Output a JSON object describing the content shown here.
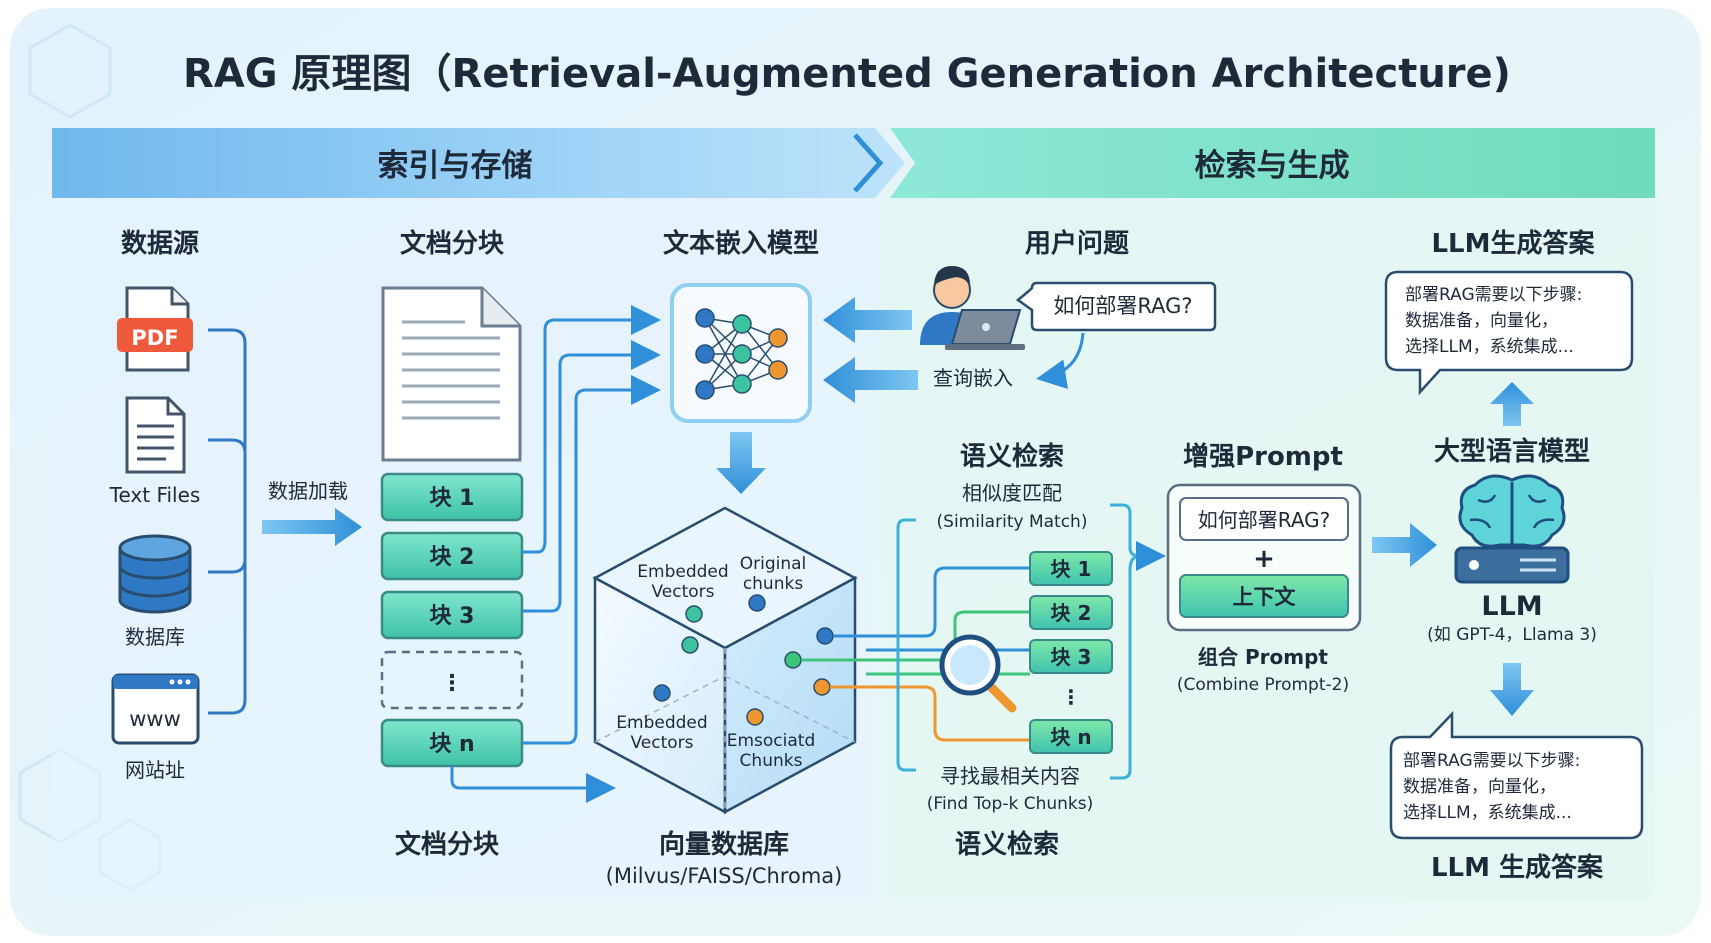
{
  "title": "RAG 原理图（Retrieval-Augmented Generation Architecture)",
  "band_left": "索引与存储",
  "band_right": "检索与生成",
  "sources": {
    "heading": "数据源",
    "pdf": "PDF",
    "text_files": "Text Files",
    "database": "数据库",
    "www": "www",
    "website": "网站址",
    "load": "数据加载"
  },
  "chunking": {
    "heading": "文档分块",
    "chunks": [
      "块 1",
      "块 2",
      "块 3",
      "⋮",
      "块 n"
    ],
    "footer": "文档分块"
  },
  "embedding": {
    "heading": "文本嵌入模型"
  },
  "vector_db": {
    "embedded_vectors_top": "Embedded\nVectors",
    "original_chunks": "Original\nchunks",
    "embedded_vectors_bottom": "Embedded\nVectors",
    "associated_chunks": "Emsociatd\nChunks",
    "name": "向量数据库",
    "subtitle": "(Milvus/FAISS/Chroma)"
  },
  "user": {
    "heading": "用户问题",
    "question": "如何部署RAG?",
    "query_embed": "查询嵌入"
  },
  "search": {
    "heading": "语义检索",
    "similarity": "相似度匹配",
    "similarity_en": "(Similarity Match)",
    "chunks": [
      "块 1",
      "块 2",
      "块 3",
      "⋮",
      "块 n"
    ],
    "find": "寻找最相关内容",
    "find_en": "(Find Top-k Chunks)",
    "footer": "语义检索"
  },
  "prompt": {
    "heading": "增强Prompt",
    "question": "如何部署RAG?",
    "plus": "+",
    "context": "上下文",
    "combine": "组合 Prompt",
    "combine_en": "(Combine Prompt-2)"
  },
  "llm": {
    "top_heading": "LLM生成答案",
    "answer_top": "部署RAG需要以下步骤:\n数据准备，向量化，\n选择LLM，系统集成...",
    "model_heading": "大型语言模型",
    "name": "LLM",
    "examples": "(如 GPT-4，Llama 3)",
    "answer_bottom": "部署RAG需要以下步骤:\n数据准备，向量化，\n选择LLM，系统集成...",
    "bottom_heading": "LLM 生成答案"
  },
  "colors": {
    "blue_band": "#8ec8f3",
    "green_band": "#7fe0c8",
    "chunk_fill": "#5ed0b8",
    "arrow_blue": "#2f8fd8",
    "line_green": "#3cc47a",
    "line_orange": "#f0962e",
    "text_dark": "#1e2a3a"
  }
}
